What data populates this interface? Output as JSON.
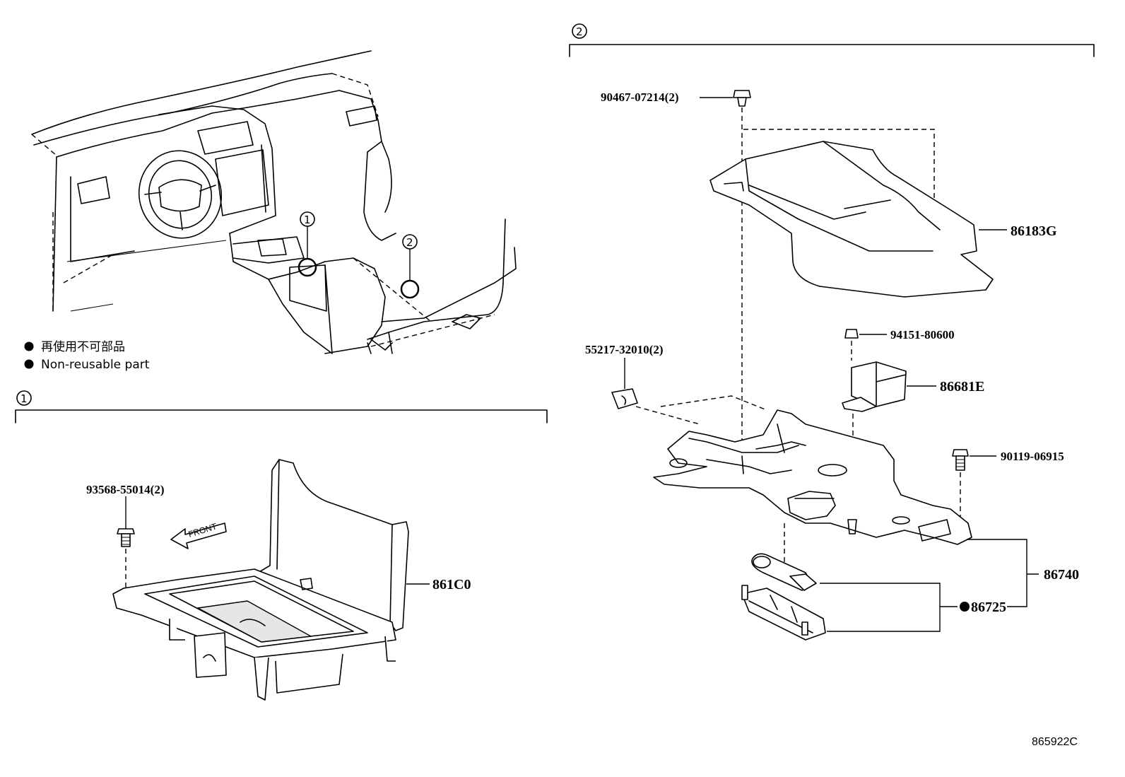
{
  "legend": {
    "line1": "再使用不可部品",
    "line2": "Non-reusable part"
  },
  "callouts": {
    "c1": "1",
    "c2": "2"
  },
  "section1": {
    "marker": "1",
    "labels": {
      "bolt": "93568-55014(2)",
      "box": "861C0",
      "front": "FRONT"
    }
  },
  "section2": {
    "marker": "2",
    "labels": {
      "bolt_top": "90467-07214(2)",
      "cover": "86183G",
      "nut": "94151-80600",
      "module": "86681E",
      "clip": "55217-32010(2)",
      "bolt_right": "90119-06915",
      "bracket": "86740",
      "battery": "86725"
    }
  },
  "ref_number": "865922C",
  "colors": {
    "line": "#000000",
    "background": "#ffffff"
  }
}
